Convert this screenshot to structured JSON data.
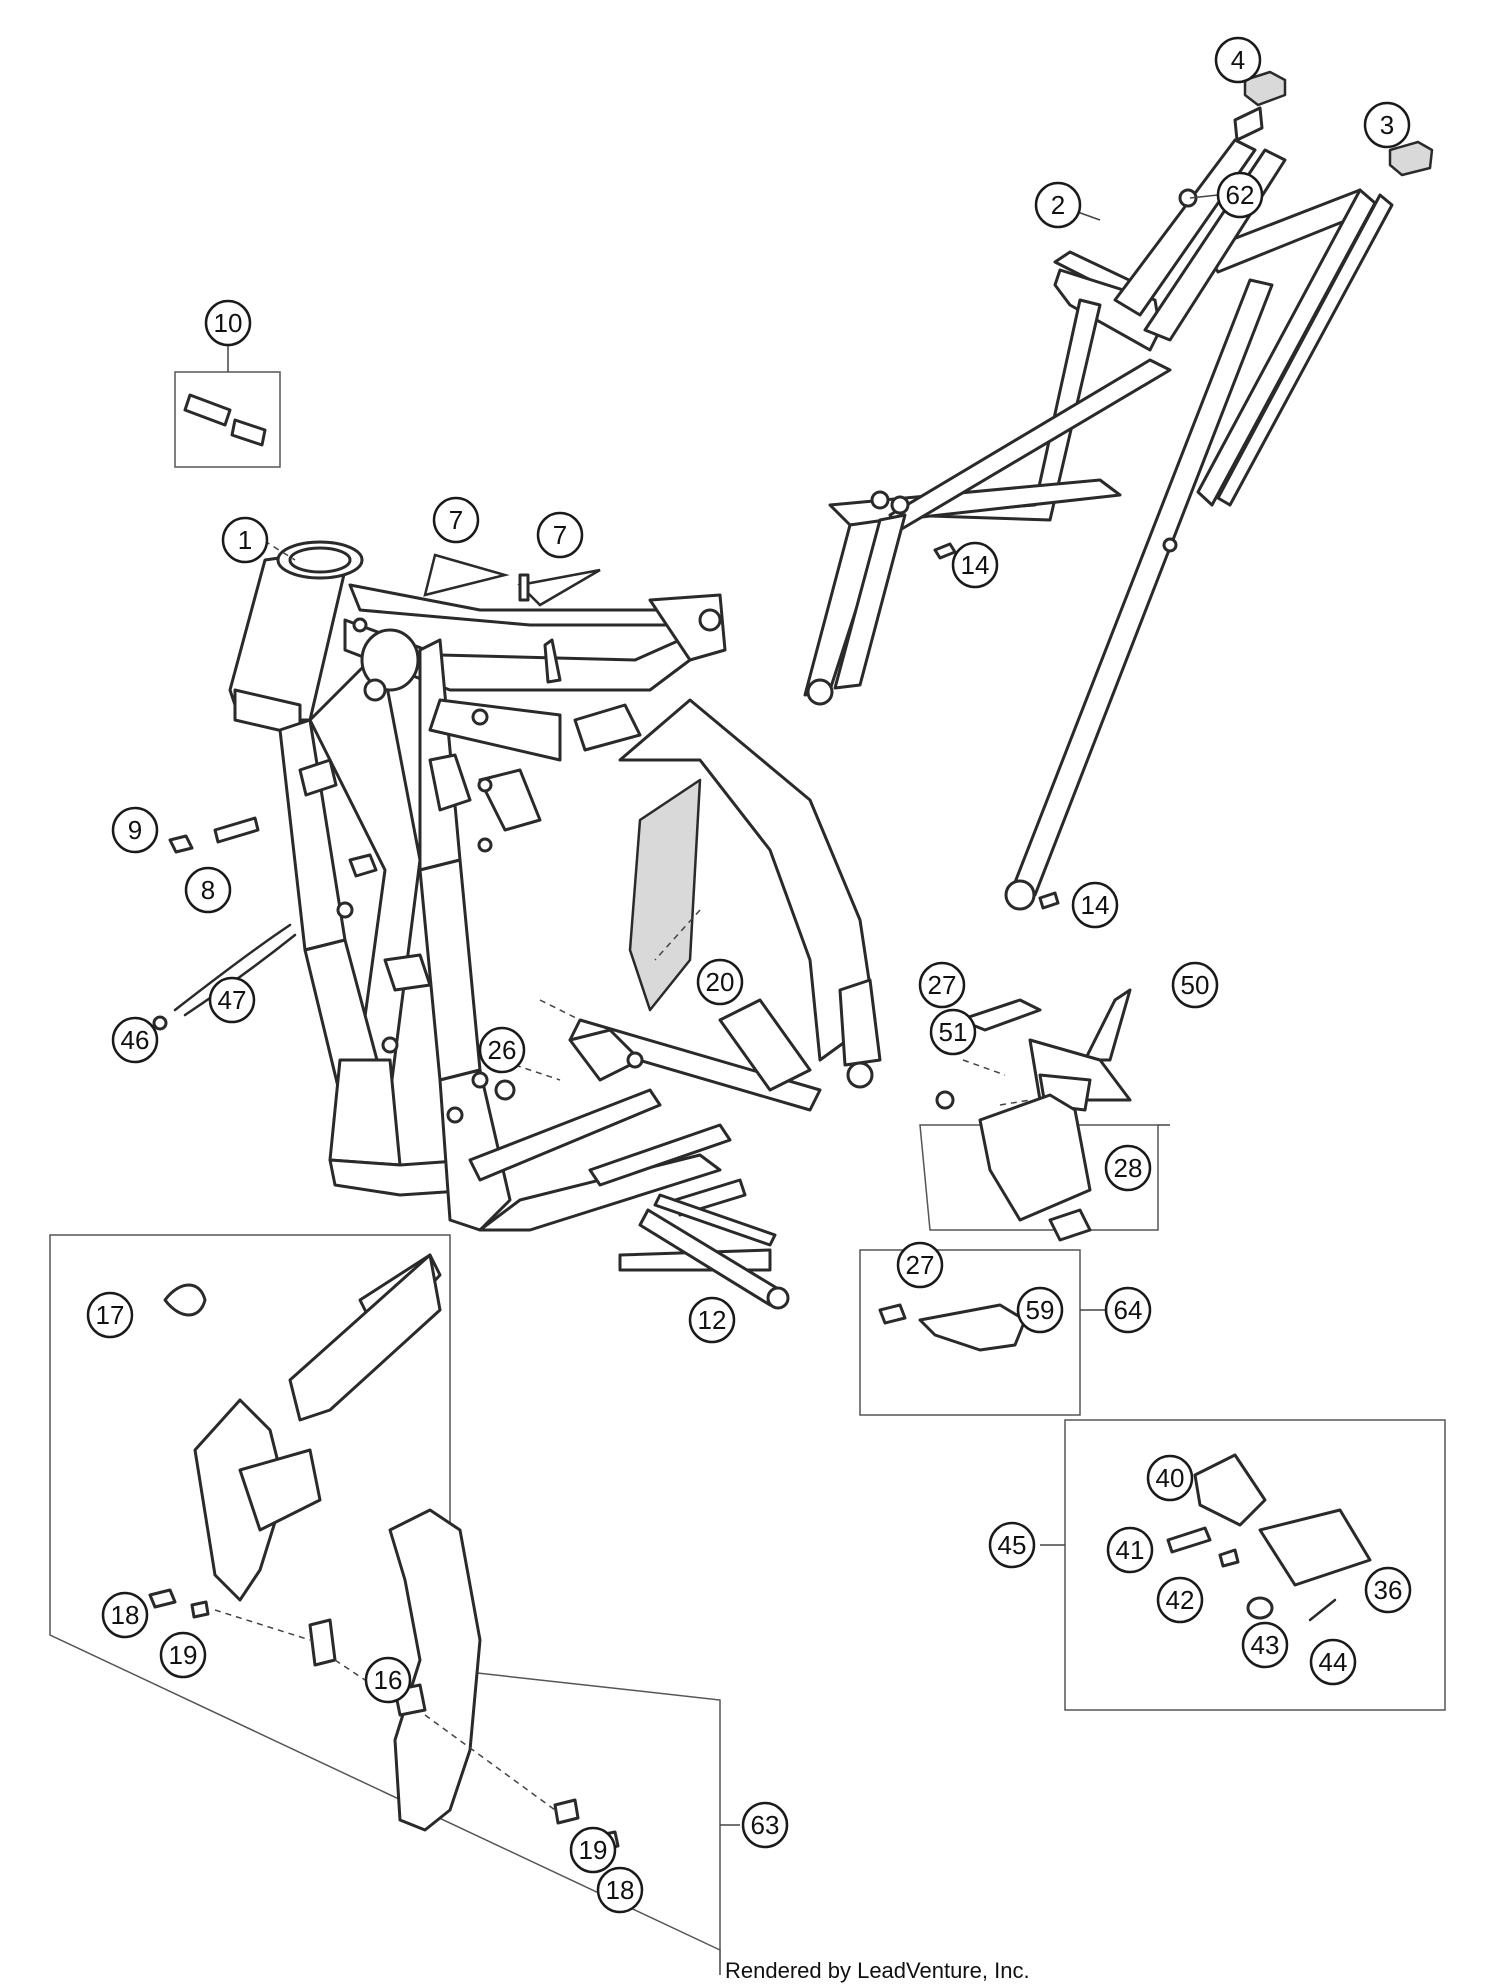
{
  "callouts": [
    {
      "id": "c1",
      "label": "1"
    },
    {
      "id": "c2",
      "label": "2"
    },
    {
      "id": "c3",
      "label": "3"
    },
    {
      "id": "c4",
      "label": "4"
    },
    {
      "id": "c7a",
      "label": "7"
    },
    {
      "id": "c7b",
      "label": "7"
    },
    {
      "id": "c8",
      "label": "8"
    },
    {
      "id": "c9",
      "label": "9"
    },
    {
      "id": "c10",
      "label": "10"
    },
    {
      "id": "c12",
      "label": "12"
    },
    {
      "id": "c14a",
      "label": "14"
    },
    {
      "id": "c14b",
      "label": "14"
    },
    {
      "id": "c16",
      "label": "16"
    },
    {
      "id": "c17",
      "label": "17"
    },
    {
      "id": "c18a",
      "label": "18"
    },
    {
      "id": "c18b",
      "label": "18"
    },
    {
      "id": "c19a",
      "label": "19"
    },
    {
      "id": "c19b",
      "label": "19"
    },
    {
      "id": "c20",
      "label": "20"
    },
    {
      "id": "c26",
      "label": "26"
    },
    {
      "id": "c27a",
      "label": "27"
    },
    {
      "id": "c27b",
      "label": "27"
    },
    {
      "id": "c28",
      "label": "28"
    },
    {
      "id": "c36",
      "label": "36"
    },
    {
      "id": "c40",
      "label": "40"
    },
    {
      "id": "c41",
      "label": "41"
    },
    {
      "id": "c42",
      "label": "42"
    },
    {
      "id": "c43",
      "label": "43"
    },
    {
      "id": "c44",
      "label": "44"
    },
    {
      "id": "c45",
      "label": "45"
    },
    {
      "id": "c46",
      "label": "46"
    },
    {
      "id": "c47",
      "label": "47"
    },
    {
      "id": "c50",
      "label": "50"
    },
    {
      "id": "c51",
      "label": "51"
    },
    {
      "id": "c59",
      "label": "59"
    },
    {
      "id": "c62",
      "label": "62"
    },
    {
      "id": "c63",
      "label": "63"
    },
    {
      "id": "c64",
      "label": "64"
    }
  ],
  "footer": {
    "credit": "Rendered by LeadVenture, Inc."
  }
}
